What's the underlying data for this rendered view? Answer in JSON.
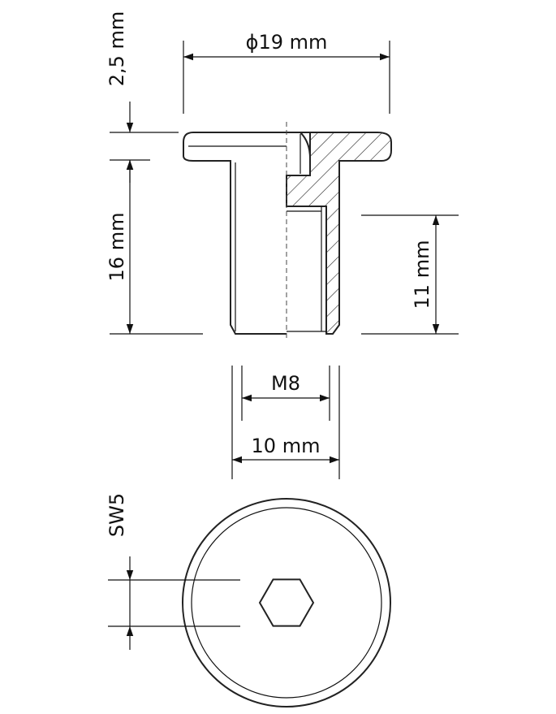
{
  "dimensions": {
    "diameter": "ϕ19 mm",
    "flange_thickness": "2,5 mm",
    "body_length": "16 mm",
    "thread_depth": "11 mm",
    "thread": "M8",
    "shank_width": "10 mm",
    "hex_socket": "SW5"
  },
  "colors": {
    "line": "#222222",
    "background": "#ffffff"
  }
}
